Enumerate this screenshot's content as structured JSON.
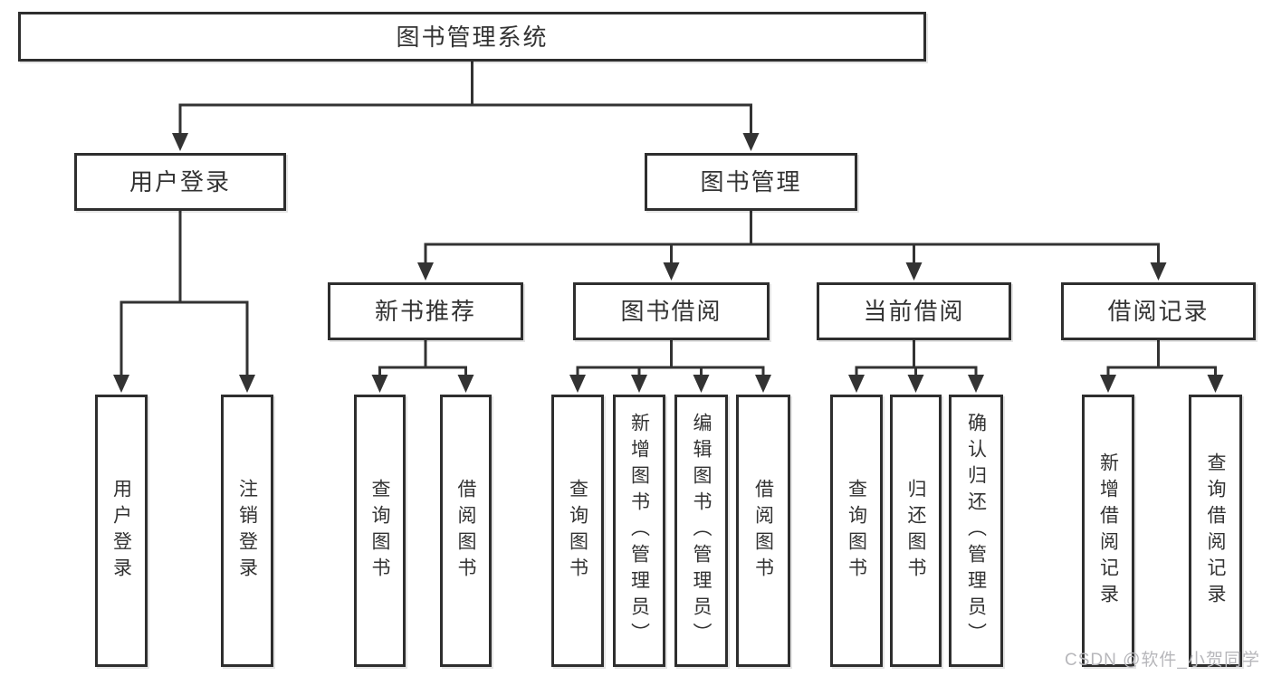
{
  "colors": {
    "background": "#ffffff",
    "line": "#333333",
    "box_border": "#2e2e2e",
    "box_fill": "#ffffff",
    "text": "#333333",
    "watermark": "#b7b7bb"
  },
  "tree": {
    "label": "图书管理系统",
    "children": [
      {
        "label": "用户登录",
        "children": [
          {
            "label": "用户登录"
          },
          {
            "label": "注销登录"
          }
        ]
      },
      {
        "label": "图书管理",
        "children": [
          {
            "label": "新书推荐",
            "children": [
              {
                "label": "查询图书"
              },
              {
                "label": "借阅图书"
              }
            ]
          },
          {
            "label": "图书借阅",
            "children": [
              {
                "label": "查询图书"
              },
              {
                "label": "新增图书（管理员）"
              },
              {
                "label": "编辑图书（管理员）"
              },
              {
                "label": "借阅图书"
              }
            ]
          },
          {
            "label": "当前借阅",
            "children": [
              {
                "label": "查询图书"
              },
              {
                "label": "归还图书"
              },
              {
                "label": "确认归还（管理员）"
              }
            ]
          },
          {
            "label": "借阅记录",
            "children": [
              {
                "label": "新增借阅记录"
              },
              {
                "label": "查询借阅记录"
              }
            ]
          }
        ]
      }
    ]
  },
  "watermark": {
    "text": "CSDN @软件_小贺同学"
  }
}
